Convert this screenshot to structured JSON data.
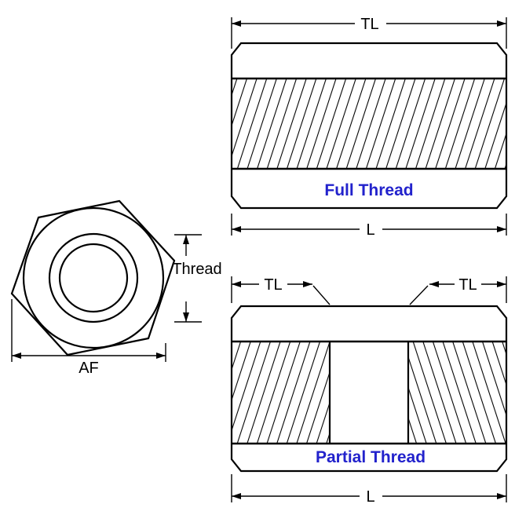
{
  "diagram": {
    "views": {
      "end_view": {
        "dim_thread_label": "Thread",
        "dim_af_label": "AF"
      },
      "full_thread_view": {
        "title": "Full Thread",
        "dim_tl_label": "TL",
        "dim_l_label": "L"
      },
      "partial_thread_view": {
        "title": "Partial Thread",
        "dim_tl_left_label": "TL",
        "dim_tl_right_label": "TL",
        "dim_l_label": "L"
      }
    },
    "colors": {
      "outline": "#000000",
      "title_text": "#2222cc",
      "background": "#ffffff"
    }
  }
}
